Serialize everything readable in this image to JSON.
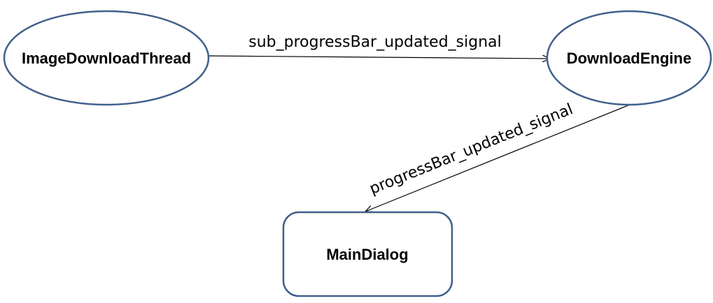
{
  "colors": {
    "node_border": "#41608b",
    "edge": "#000000"
  },
  "nodes": {
    "image_download_thread": {
      "label": "ImageDownloadThread",
      "shape": "ellipse"
    },
    "download_engine": {
      "label": "DownloadEngine",
      "shape": "ellipse"
    },
    "main_dialog": {
      "label": "MainDialog",
      "shape": "rounded-rectangle"
    }
  },
  "edges": {
    "thread_to_engine": {
      "from": "ImageDownloadThread",
      "to": "DownloadEngine",
      "label": "sub_progressBar_updated_signal"
    },
    "engine_to_dialog": {
      "from": "DownloadEngine",
      "to": "MainDialog",
      "label": "progressBar_updated_signal"
    }
  }
}
